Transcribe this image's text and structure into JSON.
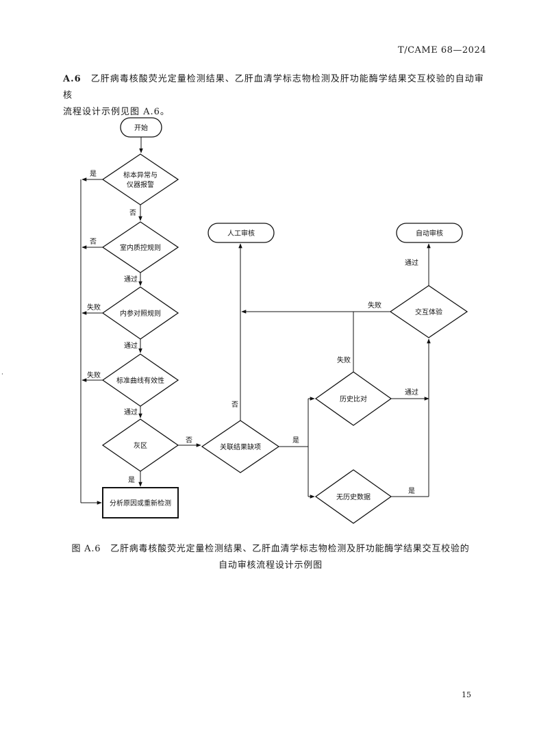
{
  "header": {
    "standard_number": "T/CAME 68—2024"
  },
  "intro": {
    "label": "A.6",
    "line1": "乙肝病毒核酸荧光定量检测结果、乙肝血清学标志物检测及肝功能酶学结果交互校验的自动审核",
    "line2": "流程设计示例见图 A.6。"
  },
  "flowchart": {
    "nodes": {
      "start": "开始",
      "alarm_line1": "标本异常与",
      "alarm_line2": "仪器报警",
      "iqc": "室内质控规则",
      "internal_ref": "内参对照规则",
      "std_curve": "标准曲线有效性",
      "gray_zone": "灰区",
      "analyze": "分析原因或重新检测",
      "related_missing": "关联结果缺项",
      "manual_review": "人工审核",
      "history_compare": "历史比对",
      "no_history": "无历史数据",
      "cross_check": "交互体验",
      "auto_review": "自动审核"
    },
    "edge_labels": {
      "alarm_yes": "是",
      "alarm_no": "否",
      "iqc_no": "否",
      "iqc_pass": "通过",
      "ref_fail": "失败",
      "ref_pass": "通过",
      "curve_fail": "失败",
      "curve_pass": "通过",
      "gray_no": "否",
      "gray_yes": "是",
      "missing_no": "否",
      "missing_yes": "是",
      "history_fail": "失败",
      "history_pass": "通过",
      "nohistory_yes": "是",
      "cross_fail": "失败",
      "cross_pass": "通过"
    }
  },
  "caption": {
    "line1": "图 A.6　乙肝病毒核酸荧光定量检测结果、乙肝血清学标志物检测及肝功能酶学结果交互校验的",
    "line2": "自动审核流程设计示例图"
  },
  "page_number": "15",
  "left_margin_mark": "·"
}
